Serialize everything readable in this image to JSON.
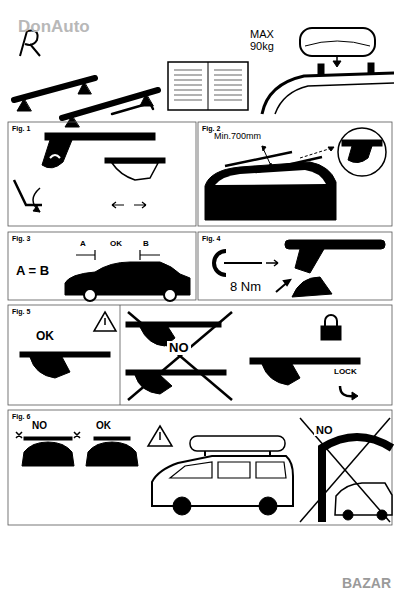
{
  "diagram": {
    "labels": [
      "DonAuto",
      "MAX",
      "90kg",
      "Fig. 1",
      "Fig. 2",
      "Min.700mm",
      "Fig. 3",
      "A",
      "OK",
      "B",
      "A = B",
      "Fig. 4",
      "8 Nm",
      "Fig. 5",
      "OK",
      "NO",
      "LOCK",
      "Fig. 6",
      "NO",
      "OK",
      "NO",
      "BAZAR"
    ]
  }
}
